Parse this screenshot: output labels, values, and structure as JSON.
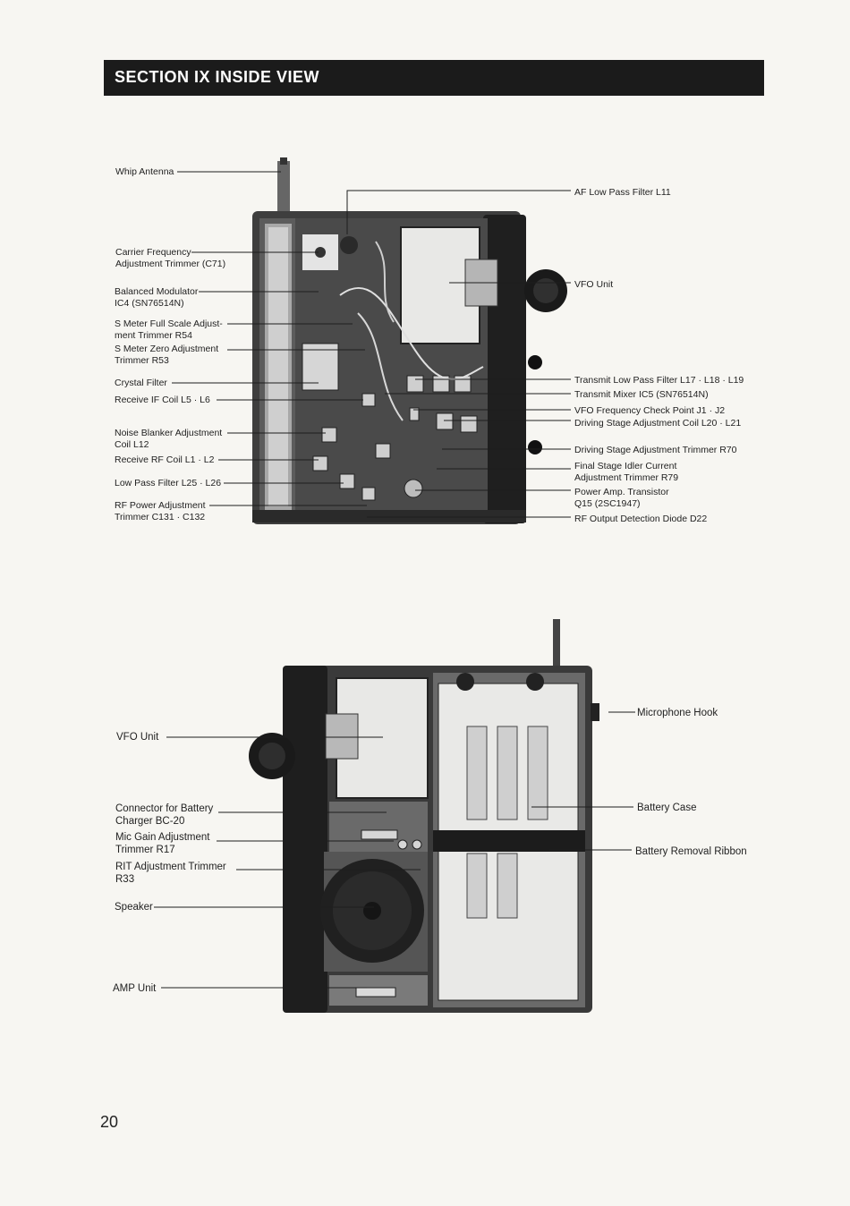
{
  "section": {
    "title": "SECTION IX  INSIDE VIEW"
  },
  "top_view": {
    "left_labels": [
      {
        "id": "whip",
        "lines": [
          "Whip Antenna"
        ]
      },
      {
        "id": "carrier",
        "lines": [
          "Carrier Frequency",
          "Adjustment Trimmer (C71)"
        ]
      },
      {
        "id": "balanced",
        "lines": [
          "Balanced Modulator",
          "IC4 (SN76514N)"
        ]
      },
      {
        "id": "smeterfull",
        "lines": [
          "S Meter Full Scale Adjust-",
          "ment Trimmer R54"
        ]
      },
      {
        "id": "smeterzero",
        "lines": [
          "S Meter Zero Adjustment",
          "Trimmer R53"
        ]
      },
      {
        "id": "crystal",
        "lines": [
          "Crystal Filter"
        ]
      },
      {
        "id": "receiveif",
        "lines": [
          "Receive IF Coil L5 · L6"
        ]
      },
      {
        "id": "noise",
        "lines": [
          "Noise Blanker Adjustment",
          "Coil L12"
        ]
      },
      {
        "id": "receiverf",
        "lines": [
          "Receive RF Coil L1 · L2"
        ]
      },
      {
        "id": "lowpass",
        "lines": [
          "Low Pass Filter L25 · L26"
        ]
      },
      {
        "id": "rfpower",
        "lines": [
          "RF Power Adjustment",
          "Trimmer C131 · C132"
        ]
      }
    ],
    "right_labels": [
      {
        "id": "aflpf",
        "lines": [
          "AF Low Pass Filter L11"
        ]
      },
      {
        "id": "vfo",
        "lines": [
          "VFO Unit"
        ]
      },
      {
        "id": "txlpf",
        "lines": [
          "Transmit Low Pass Filter  L17 · L18 · L19"
        ]
      },
      {
        "id": "txmixer",
        "lines": [
          "Transmit Mixer IC5 (SN76514N)"
        ]
      },
      {
        "id": "vfocheck",
        "lines": [
          "VFO Frequency Check Point J1 · J2"
        ]
      },
      {
        "id": "drivecoil",
        "lines": [
          "Driving Stage Adjustment Coil L20 · L21"
        ]
      },
      {
        "id": "drivetrim",
        "lines": [
          "Driving Stage Adjustment  Trimmer R70"
        ]
      },
      {
        "id": "finalstage",
        "lines": [
          "Final Stage Idler Current",
          "Adjustment Trimmer R79"
        ]
      },
      {
        "id": "poweramp",
        "lines": [
          "Power Amp. Transistor",
          "Q15 (2SC1947)"
        ]
      },
      {
        "id": "rfoutput",
        "lines": [
          "RF Output Detection Diode D22"
        ]
      }
    ]
  },
  "bottom_view": {
    "left_labels": [
      {
        "id": "vfo2",
        "lines": [
          "VFO Unit"
        ]
      },
      {
        "id": "connector",
        "lines": [
          "Connector for Battery",
          "Charger BC-20"
        ]
      },
      {
        "id": "micgain",
        "lines": [
          "Mic Gain Adjustment",
          "Trimmer R17"
        ]
      },
      {
        "id": "rit",
        "lines": [
          "RIT Adjustment Trimmer",
          "R33"
        ]
      },
      {
        "id": "speaker",
        "lines": [
          "Speaker"
        ]
      },
      {
        "id": "amp",
        "lines": [
          "AMP Unit"
        ]
      }
    ],
    "right_labels": [
      {
        "id": "michook",
        "lines": [
          "Microphone Hook"
        ]
      },
      {
        "id": "batterycase",
        "lines": [
          "Battery Case"
        ]
      },
      {
        "id": "ribbon",
        "lines": [
          "Battery Removal Ribbon"
        ]
      }
    ]
  },
  "page": {
    "number": "20"
  }
}
